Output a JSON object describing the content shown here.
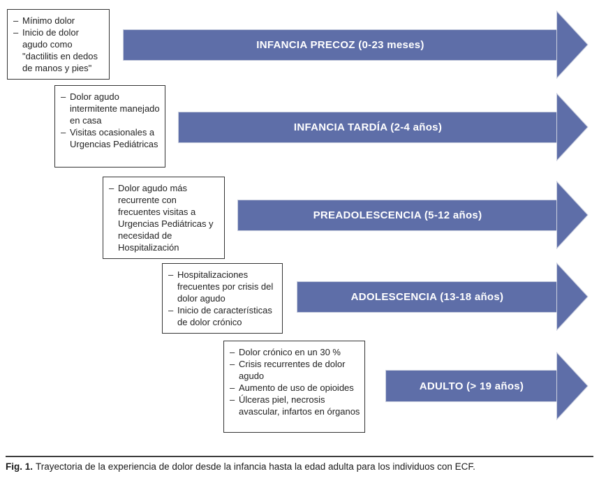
{
  "figure": {
    "bullet_char": "–",
    "colors": {
      "arrow_fill": "#5e6ea8",
      "arrow_outline": "#c9cede",
      "arrow_text": "#ffffff",
      "box_border": "#333333",
      "text": "#222222"
    },
    "rows": [
      {
        "stage_label": "INFANCIA PRECOZ (0-23 meses)",
        "notes": [
          "Mínimo dolor",
          "Inicio de dolor agudo como \"dactilitis en dedos de manos y pies\""
        ]
      },
      {
        "stage_label": "INFANCIA TARDÍA (2-4 años)",
        "notes": [
          "Dolor agudo intermitente manejado en casa",
          "Visitas ocasionales a Urgencias Pediátricas"
        ]
      },
      {
        "stage_label": "PREADOLESCENCIA (5-12 años)",
        "notes": [
          "Dolor agudo más recurrente con frecuentes visitas a Urgencias Pediátricas y necesidad de Hospitalización"
        ]
      },
      {
        "stage_label": "ADOLESCENCIA (13-18 años)",
        "notes": [
          "Hospitalizaciones frecuentes por crisis del dolor agudo",
          "Inicio de características de dolor crónico"
        ]
      },
      {
        "stage_label": "ADULTO (> 19 años)",
        "notes": [
          "Dolor crónico en un 30 %",
          "Crisis recurrentes de dolor agudo",
          "Aumento de uso de opioides",
          "Úlceras piel, necrosis avascular, infartos en órganos"
        ]
      }
    ],
    "caption": {
      "label": "Fig. 1.",
      "text": "Trayectoria de la experiencia de dolor desde la infancia hasta la edad adulta para los individuos con ECF."
    }
  }
}
